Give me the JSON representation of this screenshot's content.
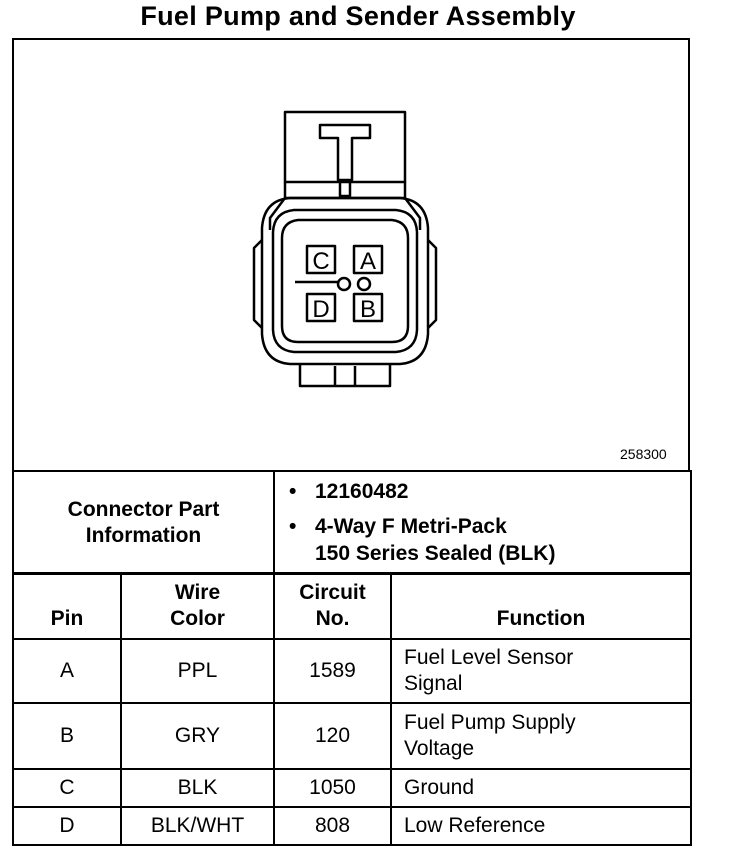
{
  "title": "Fuel Pump and Sender Assembly",
  "figure_id": "258300",
  "connector": {
    "pin_labels": [
      "C",
      "A",
      "D",
      "B"
    ]
  },
  "connector_info": {
    "label_line1": "Connector Part",
    "label_line2": "Information",
    "bullets": [
      "12160482",
      "4-Way F Metri-Pack"
    ],
    "bullet2_line2": "150 Series Sealed (BLK)"
  },
  "pin_table": {
    "headers": {
      "pin": "Pin",
      "wire_line1": "Wire",
      "wire_line2": "Color",
      "circuit_line1": "Circuit",
      "circuit_line2": "No.",
      "function": "Function"
    },
    "rows": [
      {
        "pin": "A",
        "color": "PPL",
        "circuit": "1589",
        "function_line1": "Fuel Level Sensor",
        "function_line2": "Signal"
      },
      {
        "pin": "B",
        "color": "GRY",
        "circuit": "120",
        "function_line1": "Fuel Pump Supply",
        "function_line2": "Voltage"
      },
      {
        "pin": "C",
        "color": "BLK",
        "circuit": "1050",
        "function_line1": "Ground",
        "function_line2": ""
      },
      {
        "pin": "D",
        "color": "BLK/WHT",
        "circuit": "808",
        "function_line1": "Low Reference",
        "function_line2": ""
      }
    ]
  }
}
